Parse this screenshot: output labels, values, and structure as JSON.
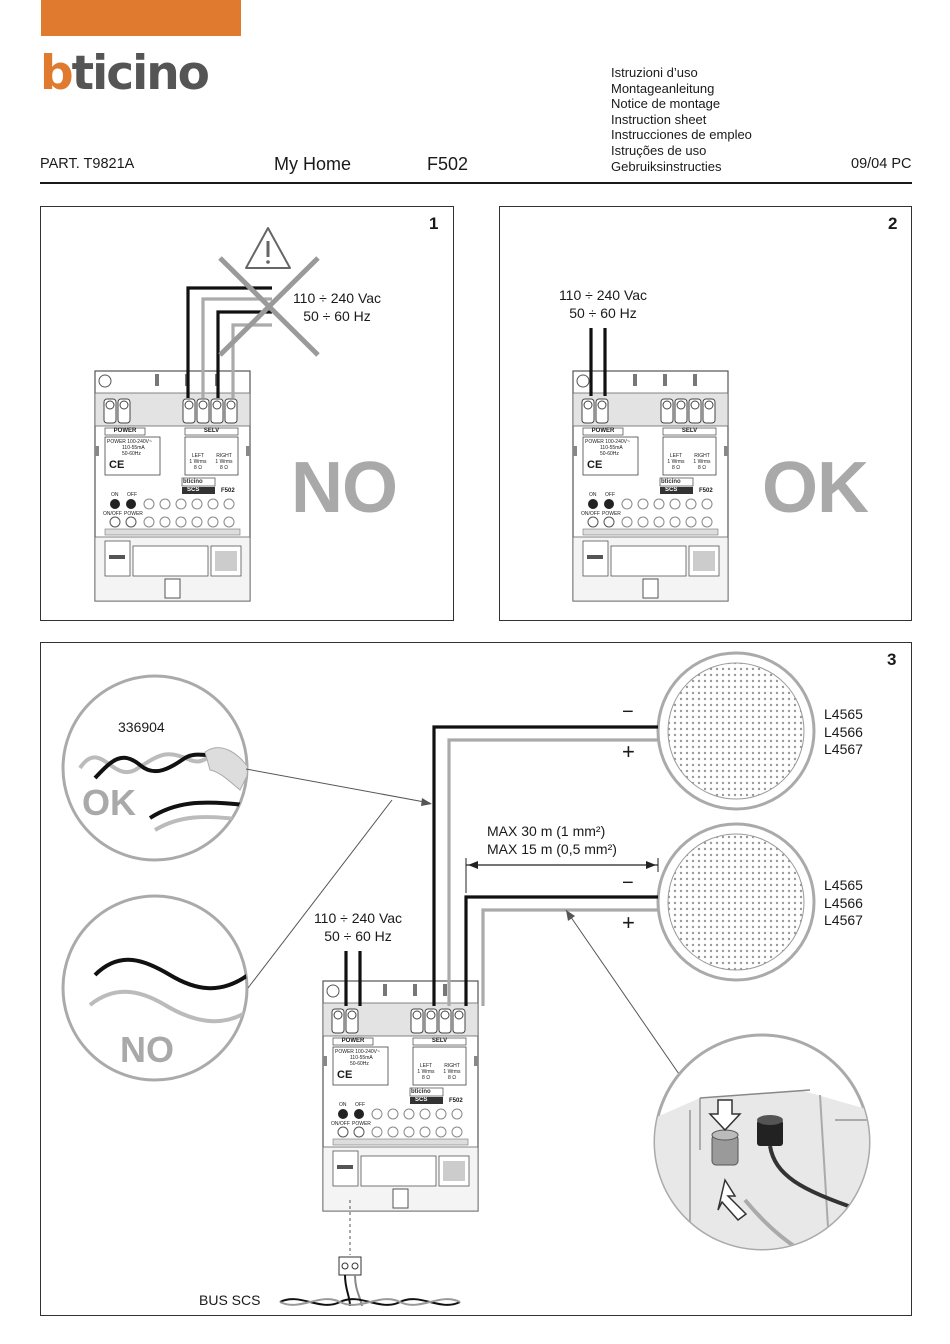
{
  "brand": {
    "logo_b": "b",
    "logo_rest": "ticino",
    "accent_color": "#e07a2e"
  },
  "languages": [
    "Istruzioni d’uso",
    "Montageanleitung",
    "Notice de montage",
    "Instruction sheet",
    "Instrucciones de empleo",
    "Istruções de uso",
    "Gebruiksinstructies"
  ],
  "header": {
    "part": "PART. T9821A",
    "product_line": "My Home",
    "model": "F502",
    "date": "09/04 PC"
  },
  "panel1": {
    "number": "1",
    "supply_line1": "110 ÷ 240 Vac",
    "supply_line2": "50 ÷ 60 Hz",
    "verdict": "NO"
  },
  "panel2": {
    "number": "2",
    "supply_line1": "110 ÷ 240 Vac",
    "supply_line2": "50 ÷ 60 Hz",
    "verdict": "OK"
  },
  "panel3": {
    "number": "3",
    "cable_code": "336904",
    "ok_label": "OK",
    "no_label": "NO",
    "supply_line1": "110 ÷ 240 Vac",
    "supply_line2": "50 ÷ 60 Hz",
    "max_line1": "MAX 30 m (1 mm²)",
    "max_line2": "MAX 15 m (0,5 mm²)",
    "speaker_codes": [
      "L4565",
      "L4566",
      "L4567"
    ],
    "minus": "−",
    "plus": "+",
    "bus_label": "BUS SCS"
  },
  "device": {
    "power_label": "POWER",
    "selv_label": "SELV",
    "power_spec1": "POWER 100-240V~",
    "power_spec2": "110-55mA",
    "power_spec3": "50-60Hz",
    "ce": "CE",
    "left": "LEFT",
    "right": "RIGHT",
    "wrms": "1 Wrms",
    "ohm": "8 Ω",
    "brand_small": "bticino",
    "scs": "SCS",
    "model": "F502",
    "on": "ON",
    "off": "OFF",
    "on_off": "ON/OFF",
    "power_led": "POWER"
  }
}
